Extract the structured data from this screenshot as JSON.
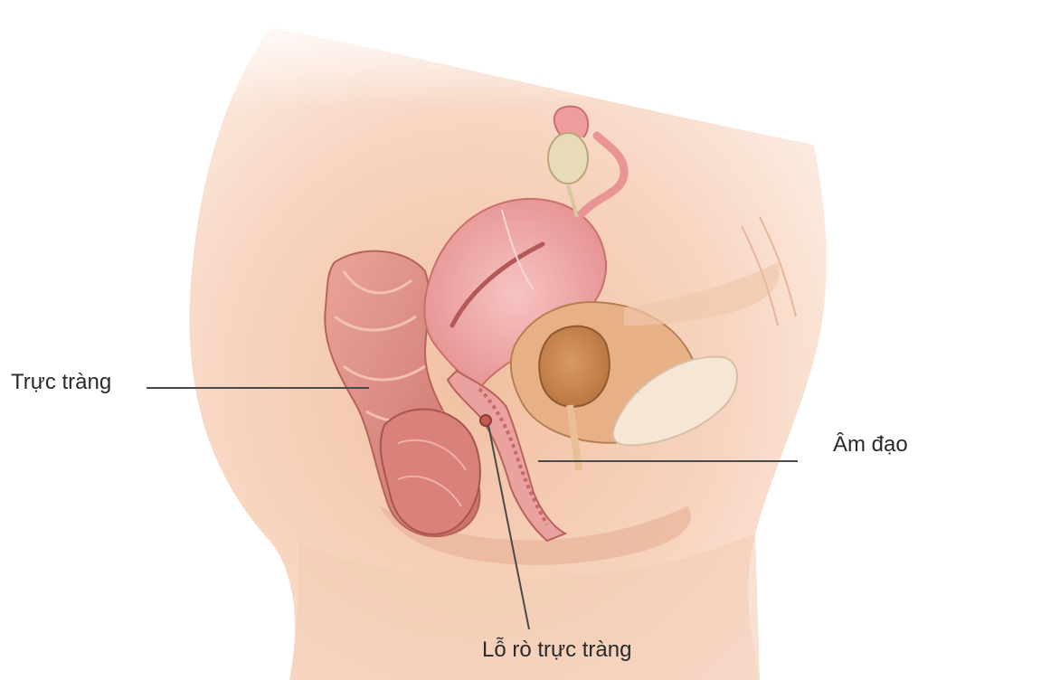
{
  "labels": {
    "rectum": "Trực tràng",
    "vagina": "Âm đạo",
    "fistula": "Lỗ rò trực tràng"
  },
  "colors": {
    "skin_light": "#fbe4d6",
    "skin_mid": "#f2c4a8",
    "skin_shadow": "#e5ab8d",
    "tissue_pink": "#ec9c96",
    "tissue_dark": "#c9706c",
    "muscle_red": "#d77d73",
    "bladder_tan": "#c98f5e",
    "ovary_cream": "#e8dcb8",
    "leader_line": "#4a4a4a"
  },
  "icons": {
    "figure": "pelvic-anatomy-rectovaginal-fistula"
  }
}
